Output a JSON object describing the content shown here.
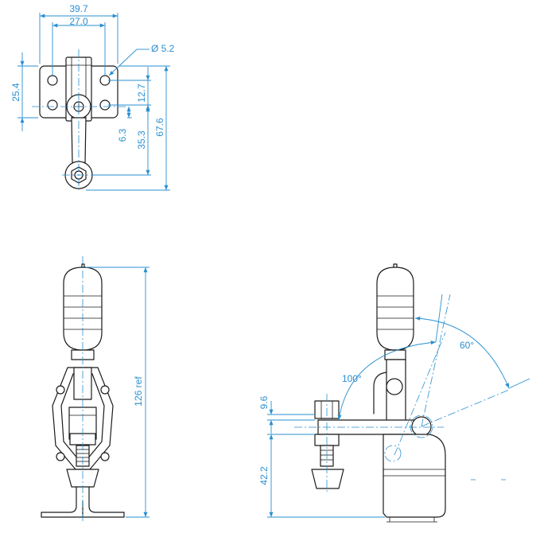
{
  "dimensions": {
    "top_width_outer": "39.7",
    "top_width_inner": "27.0",
    "hole_diameter": "Ø 5.2",
    "height_plate": "25.4",
    "hole_spacing": "12.7",
    "offset_small": "6.3",
    "arm_length": "35.3",
    "total_length": "67.6",
    "total_height_ref": "126 ref",
    "bar_thickness": "9.6",
    "base_height": "42.2",
    "angle_open": "100°",
    "angle_handle": "60°"
  },
  "colors": {
    "dimension": "#2a8fd0",
    "outline": "#1a1a1a",
    "background": "#ffffff"
  }
}
